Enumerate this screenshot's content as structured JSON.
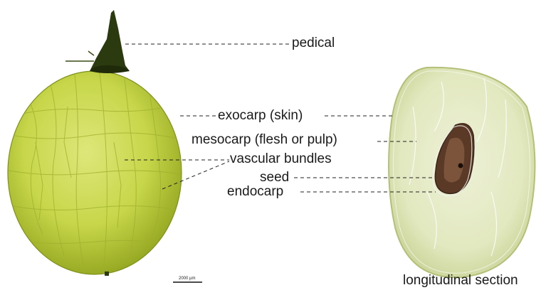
{
  "labels": {
    "pedical": "pedical",
    "exocarp": "exocarp (skin)",
    "mesocarp": "mesocarp (flesh or pulp)",
    "vascular": "vascular bundles",
    "seed": "seed",
    "endocarp": "endocarp",
    "section": "longitudinal section"
  },
  "scale_bar": {
    "text": "2000 µm"
  },
  "colors": {
    "whole_grape": "#c9d94e",
    "whole_grape_edge": "#8a9a1a",
    "section_flesh": "#e8ecc9",
    "seed": "#5a3a26",
    "pedicel": "#2c3a10",
    "leader": "#222222"
  }
}
